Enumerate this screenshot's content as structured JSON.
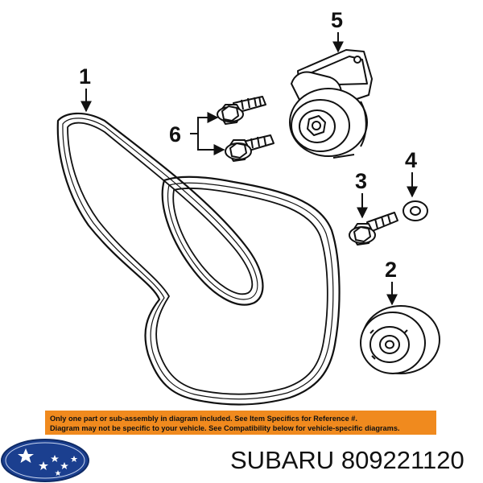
{
  "callouts": {
    "belt": "1",
    "idler_pulley": "2",
    "idler_bolt": "3",
    "washer": "4",
    "tensioner": "5",
    "tensioner_bolts": "6"
  },
  "disclaimer": {
    "line1": "Only one part or sub-assembly in diagram included. See Item Specifics for Reference #.",
    "line2": "Diagram may not be specific to your vehicle. See Compatibility below for vehicle-specific diagrams."
  },
  "brand": {
    "name": "SUBARU",
    "part_number": "809221120"
  },
  "colors": {
    "disclaimer_bg": "#f08a1e",
    "logo_bg": "#1b3f8f",
    "line": "#111111"
  }
}
